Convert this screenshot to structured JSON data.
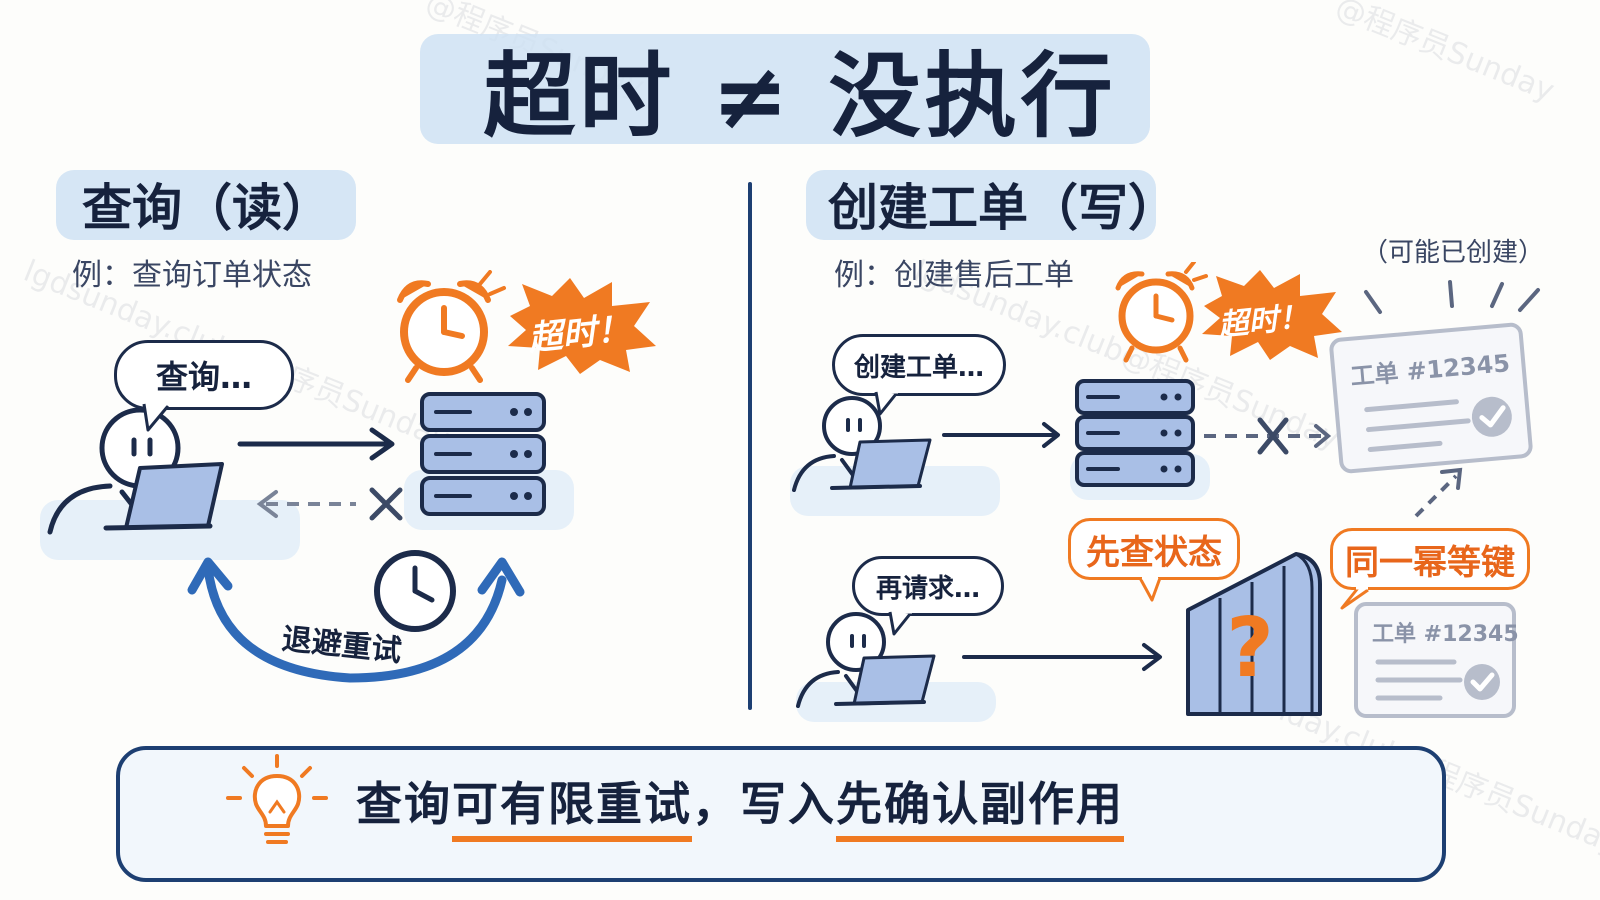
{
  "title": "超时 ≠ 没执行",
  "left": {
    "heading": "查询（读）",
    "example": "例：查询订单状态",
    "bubble": "查询…",
    "timeout": "超时！",
    "retry_label": "退避重试"
  },
  "right": {
    "heading": "创建工单（写）",
    "example": "例：创建售后工单",
    "bubble_create": "创建工单…",
    "timeout": "超时！",
    "maybe_created": "（可能已创建）",
    "ticket": "工单 #12345",
    "bubble_retry": "再请求…",
    "check_state": "先查状态",
    "idempotent_key": "同一幂等键"
  },
  "bottom": {
    "part1": "查询",
    "part2": "可有限重试",
    "part3": "，写入",
    "part4": "先确认副作用"
  },
  "watermarks": [
    "@程序员Sunday",
    "lgdsunday.club@程序员Sunday"
  ],
  "colors": {
    "navy": "#1c2b4a",
    "orange": "#f07a22",
    "blue_wash": "#cfe2f3",
    "server_blue": "#a9bfe6",
    "arrow_blue": "#2f6ab8"
  }
}
